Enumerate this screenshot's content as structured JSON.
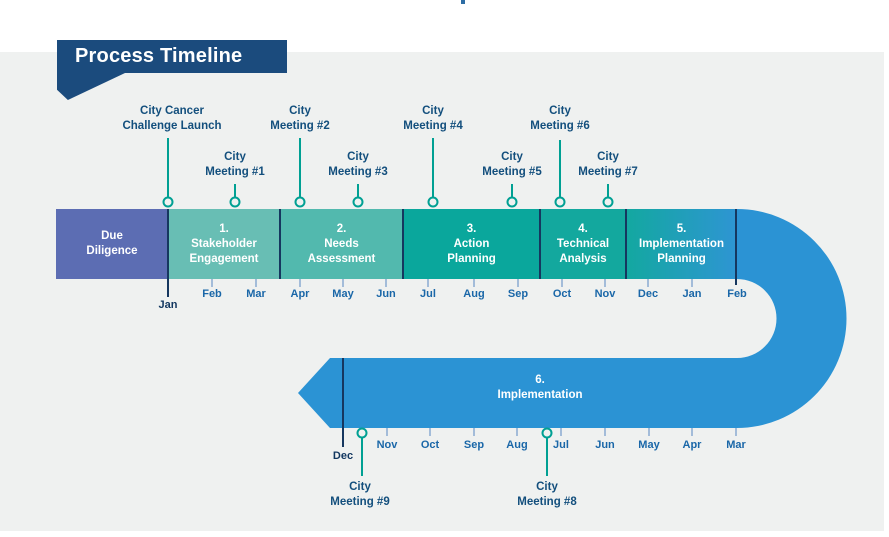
{
  "title": "Process Timeline",
  "colors": {
    "banner_navy": "#1b4b7d",
    "line_navy": "#16375f",
    "curve_blue": "#2b93d4",
    "due_diligence_purple": "#5c6db3",
    "phase1_teal": "#68beb4",
    "phase2_teal": "#52b9ae",
    "phase3_teal": "#0aa79c",
    "phase4_teal": "#13a89e",
    "phase5_gradient_start": "#13a8a0",
    "phase5_gradient_end": "#2e95d3",
    "marker_teal": "#00a093",
    "month_blue": "#1a67a8",
    "month_dark_navy": "#11365f",
    "meeting_text_blue": "#134f7d",
    "background_grey": "#eff1f0"
  },
  "phases": {
    "due": {
      "line1": "Due",
      "line2": "Diligence"
    },
    "p1": {
      "number": "1.",
      "line1": "Stakeholder",
      "line2": "Engagement"
    },
    "p2": {
      "number": "2.",
      "line1": "Needs",
      "line2": "Assessment"
    },
    "p3": {
      "number": "3.",
      "line1": "Action",
      "line2": "Planning"
    },
    "p4": {
      "number": "4.",
      "line1": "Technical",
      "line2": "Analysis"
    },
    "p5": {
      "number": "5.",
      "line1": "Implementation",
      "line2": "Planning"
    },
    "p6": {
      "number": "6.",
      "line1": "Implementation"
    }
  },
  "top_months": [
    "Jan",
    "Feb",
    "Mar",
    "Apr",
    "May",
    "Jun",
    "Jul",
    "Aug",
    "Sep",
    "Oct",
    "Nov",
    "Dec",
    "Jan",
    "Feb"
  ],
  "bottom_months": [
    "Dec",
    "Nov",
    "Oct",
    "Sep",
    "Aug",
    "Jul",
    "Jun",
    "May",
    "Apr",
    "Mar"
  ],
  "meetings_top": [
    {
      "line1": "City Cancer",
      "line2": "Challenge Launch"
    },
    {
      "line1": "City",
      "line2": "Meeting #1"
    },
    {
      "line1": "City",
      "line2": "Meeting #2"
    },
    {
      "line1": "City",
      "line2": "Meeting #3"
    },
    {
      "line1": "City",
      "line2": "Meeting #4"
    },
    {
      "line1": "City",
      "line2": "Meeting #5"
    },
    {
      "line1": "City",
      "line2": "Meeting #6"
    },
    {
      "line1": "City",
      "line2": "Meeting #7"
    }
  ],
  "meetings_bottom": [
    {
      "line1": "City",
      "line2": "Meeting #9"
    },
    {
      "line1": "City",
      "line2": "Meeting #8"
    }
  ]
}
